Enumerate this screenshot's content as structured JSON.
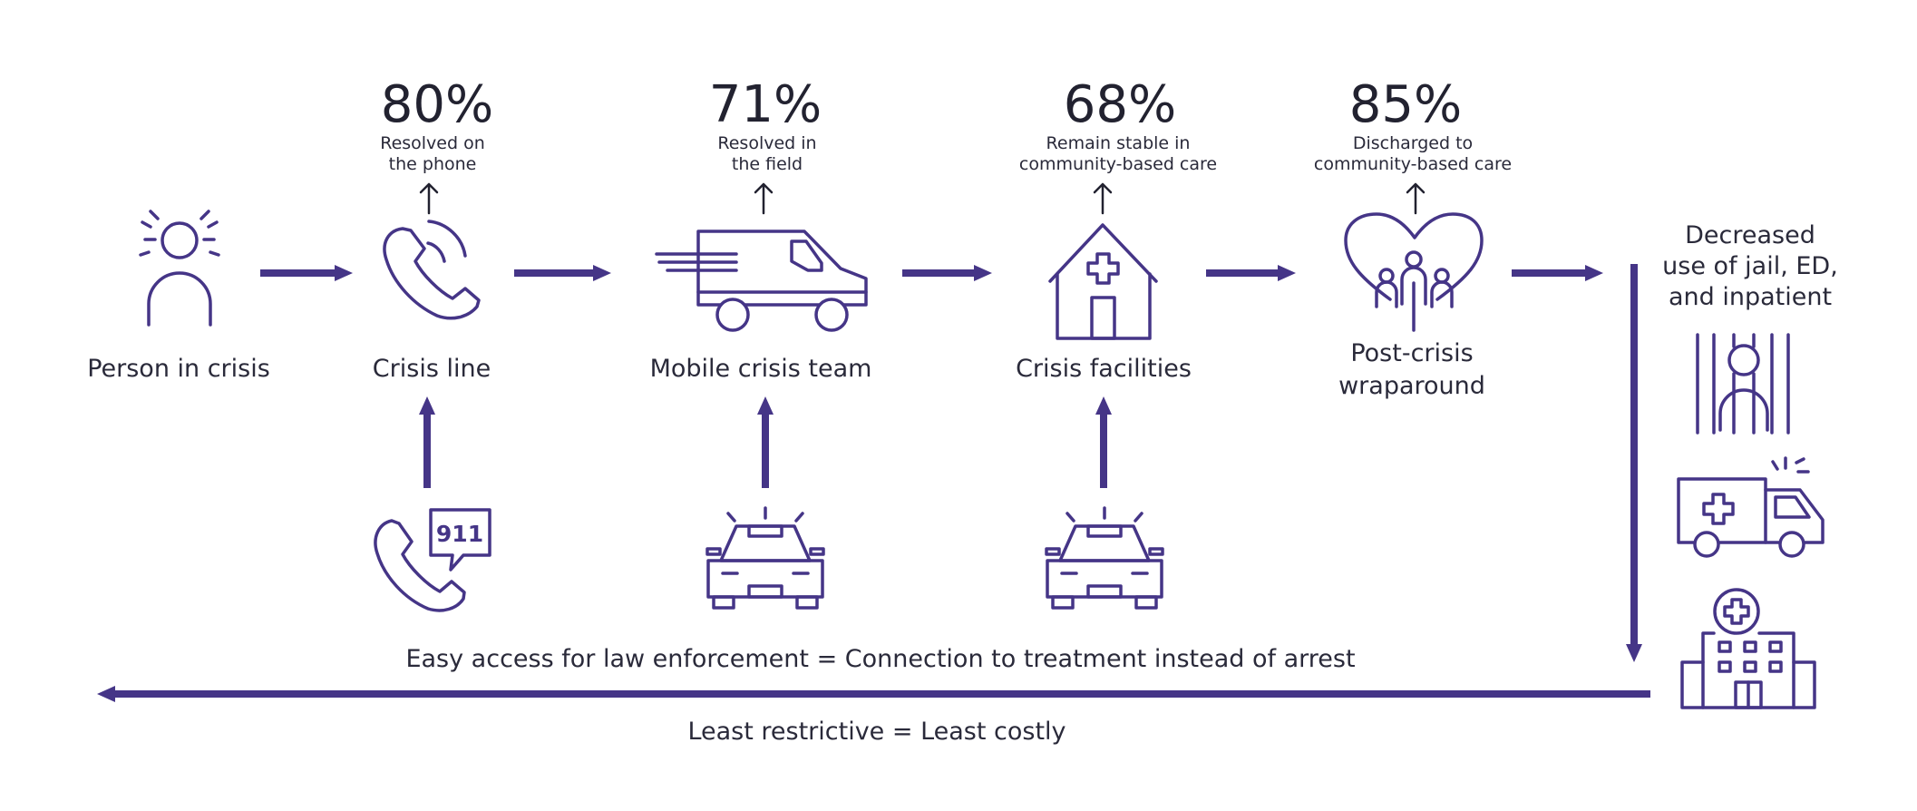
{
  "colors": {
    "accent": "#453587",
    "text": "#2a2a3a"
  },
  "stats": [
    {
      "id": "crisis-line",
      "value": "80%",
      "caption": [
        "Resolved on",
        "the phone"
      ]
    },
    {
      "id": "mobile-crisis-team",
      "value": "71%",
      "caption": [
        "Resolved in",
        "the field"
      ]
    },
    {
      "id": "crisis-facilities",
      "value": "68%",
      "caption": [
        "Remain stable in",
        "community-based care"
      ]
    },
    {
      "id": "post-crisis-wraparound",
      "value": "85%",
      "caption": [
        "Discharged to",
        "community-based care"
      ]
    }
  ],
  "nodes": [
    {
      "id": "person-in-crisis",
      "icon": "person-icon",
      "label": [
        "Person in crisis"
      ]
    },
    {
      "id": "crisis-line",
      "icon": "phone-icon",
      "label": [
        "Crisis line"
      ]
    },
    {
      "id": "mobile-crisis-team",
      "icon": "van-icon",
      "label": [
        "Mobile crisis team"
      ]
    },
    {
      "id": "crisis-facilities",
      "icon": "clinic-house-icon",
      "label": [
        "Crisis facilities"
      ]
    },
    {
      "id": "post-crisis-wraparound",
      "icon": "heart-family-icon",
      "label": [
        "Post-crisis",
        "wraparound"
      ]
    }
  ],
  "entry_points": [
    {
      "id": "911",
      "icon": "phone-911-icon",
      "badge": "911"
    },
    {
      "id": "police-car-1",
      "icon": "police-car-icon"
    },
    {
      "id": "police-car-2",
      "icon": "police-car-icon"
    }
  ],
  "outcome": {
    "label": [
      "Decreased",
      "use of jail, ED,",
      "and inpatient"
    ],
    "icons": [
      "jail-icon",
      "ambulance-icon",
      "hospital-icon"
    ]
  },
  "footer": {
    "access_note": "Easy access for law enforcement = Connection to treatment instead of arrest",
    "cost_note": "Least restrictive = Least costly"
  }
}
